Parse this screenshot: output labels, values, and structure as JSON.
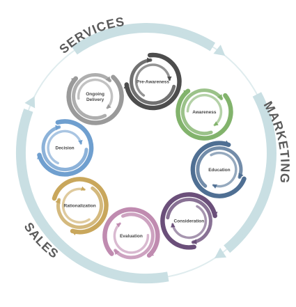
{
  "outer_cycle": {
    "labels": [
      "SERVICES",
      "MARKETING",
      "SALES"
    ],
    "arrow_color": "#c9dfe3"
  },
  "stages": [
    {
      "label": [
        "Pre-Awareness"
      ],
      "color": "#4d4d4d",
      "icon": "swirl-icon"
    },
    {
      "label": [
        "Awareness"
      ],
      "color": "#82b36c",
      "icon": "swirl-icon"
    },
    {
      "label": [
        "Education"
      ],
      "color": "#4f6f93",
      "icon": "swirl-icon"
    },
    {
      "label": [
        "Consideration"
      ],
      "color": "#6b4f7a",
      "icon": "swirl-icon"
    },
    {
      "label": [
        "Evaluation"
      ],
      "color": "#c08bb0",
      "icon": "swirl-icon"
    },
    {
      "label": [
        "Rationalization"
      ],
      "color": "#c9a75c",
      "icon": "swirl-icon"
    },
    {
      "label": [
        "Decision"
      ],
      "color": "#6f9fcf",
      "icon": "swirl-icon"
    },
    {
      "label": [
        "Ongoing",
        "Delivery"
      ],
      "color": "#9a9a9a",
      "icon": "swirl-icon"
    }
  ]
}
